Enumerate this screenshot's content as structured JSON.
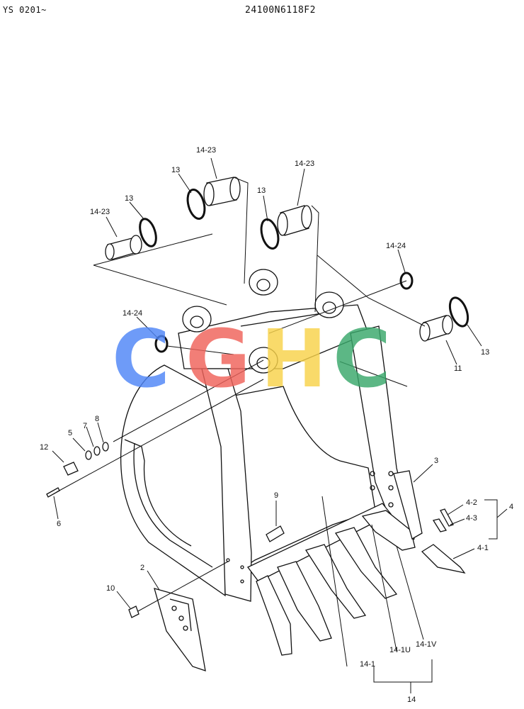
{
  "header": {
    "serial_range": "YS 0201~",
    "drawing_number": "24100N6118F2"
  },
  "watermark": {
    "letters": [
      "C",
      "G",
      "H",
      "C"
    ],
    "colors": [
      "#4f86f7",
      "#f0625a",
      "#f8d24a",
      "#39a86b"
    ]
  },
  "callouts": {
    "l14_23_a": "14-23",
    "l14_23_b": "14-23",
    "l14_23_c": "14-23",
    "l13_a": "13",
    "l13_b": "13",
    "l13_c": "13",
    "l13_d": "13",
    "l14_24_a": "14-24",
    "l14_24_b": "14-24",
    "l11": "11",
    "l8": "8",
    "l7": "7",
    "l5": "5",
    "l12": "12",
    "l6": "6",
    "l9": "9",
    "l3": "3",
    "l4_2": "4-2",
    "l4_3": "4-3",
    "l4": "4",
    "l4_1": "4-1",
    "l2": "2",
    "l10": "10",
    "l14_1": "14-1",
    "l14_1U": "14-1U",
    "l14_1V": "14-1V",
    "l14": "14"
  }
}
